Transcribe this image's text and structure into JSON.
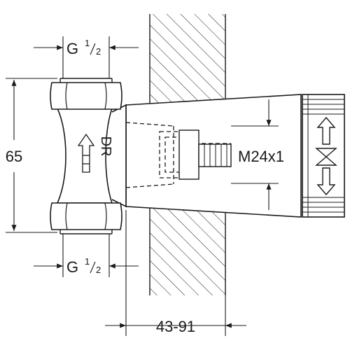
{
  "labels": {
    "top_thread_g": "G",
    "top_thread_num": "1",
    "top_thread_den": "2",
    "bottom_thread_g": "G",
    "bottom_thread_num": "1",
    "bottom_thread_den": "2",
    "height_dim": "65",
    "depth_dim": "43-91",
    "flow_mark": "DR",
    "spindle_thread": "M24x1"
  }
}
